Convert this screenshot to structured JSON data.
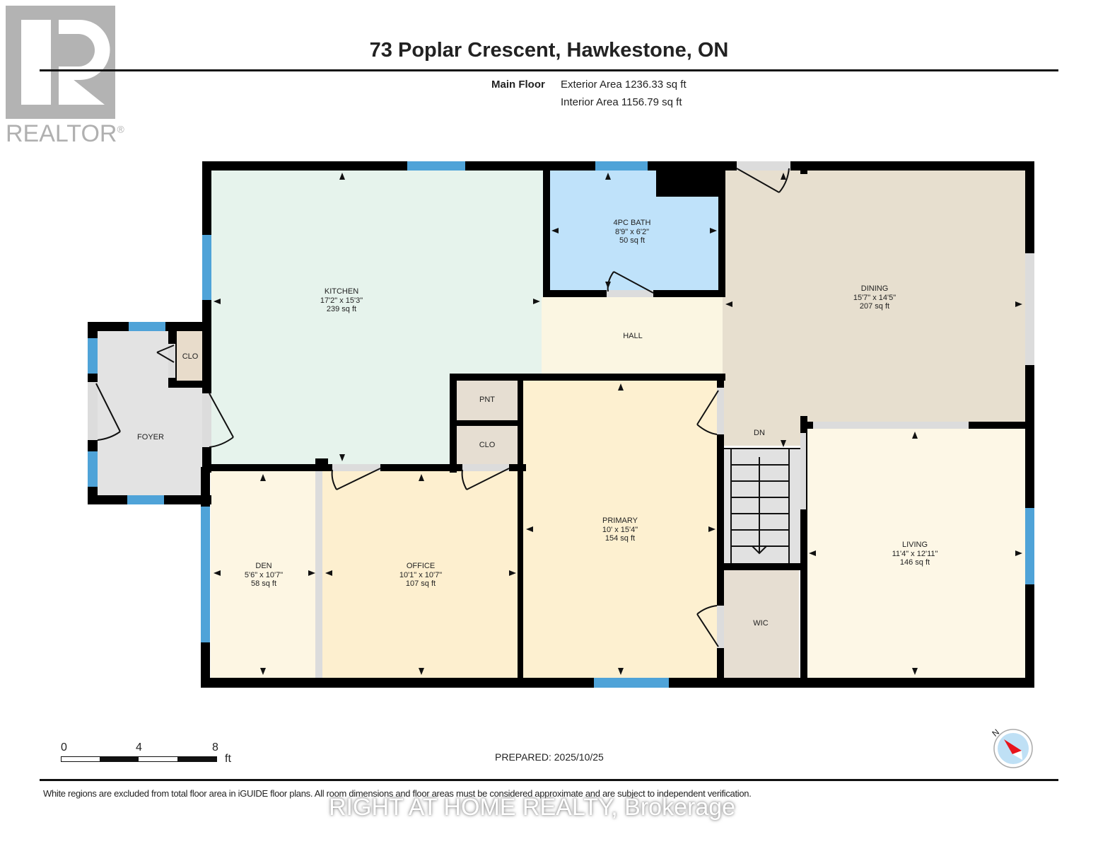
{
  "logo": {
    "text": "REALTOR",
    "mark": "®"
  },
  "header": {
    "title": "73 Poplar Crescent, Hawkestone, ON",
    "floor_label": "Main Floor",
    "exterior_area": "Exterior Area 1236.33 sq ft",
    "interior_area": "Interior Area 1156.79 sq ft"
  },
  "rooms": [
    {
      "name": "KITCHEN",
      "dims": "17'2\" x 15'3\"",
      "area": "239 sq ft",
      "color": "#e6f3ec"
    },
    {
      "name": "4PC BATH",
      "dims": "8'9\" x 6'2\"",
      "area": "50 sq ft",
      "color": "#bfe2fa"
    },
    {
      "name": "DINING",
      "dims": "15'7\" x 14'5\"",
      "area": "207 sq ft",
      "color": "#e7dfcf"
    },
    {
      "name": "HALL",
      "dims": "",
      "area": "",
      "color": "#fbf6e2"
    },
    {
      "name": "FOYER",
      "dims": "",
      "area": "",
      "color": "#e3e3e3"
    },
    {
      "name": "CLO",
      "dims": "",
      "area": "",
      "color": "#e8dccb"
    },
    {
      "name": "PNT",
      "dims": "",
      "area": "",
      "color": "#e6ded2"
    },
    {
      "name": "CLO",
      "dims": "",
      "area": "",
      "color": "#e6ded2"
    },
    {
      "name": "PRIMARY",
      "dims": "10' x 15'4\"",
      "area": "154 sq ft",
      "color": "#fdf0d0"
    },
    {
      "name": "DEN",
      "dims": "5'6\" x 10'7\"",
      "area": "58 sq ft",
      "color": "#fdf6e3"
    },
    {
      "name": "OFFICE",
      "dims": "10'1\" x 10'7\"",
      "area": "107 sq ft",
      "color": "#fdefcf"
    },
    {
      "name": "LIVING",
      "dims": "11'4\" x 12'11\"",
      "area": "146 sq ft",
      "color": "#fdf7e6"
    },
    {
      "name": "WIC",
      "dims": "",
      "area": "",
      "color": "#e6ded2"
    },
    {
      "name": "DN",
      "dims": "",
      "area": "",
      "color": "#e7dfcf"
    }
  ],
  "colors": {
    "wall": "#000000",
    "window": "#4fa3d8",
    "door_gap": "#dcdcdc",
    "stairs": "#e1e1e1"
  },
  "scale_bar": {
    "ticks": [
      "0",
      "4",
      "8"
    ],
    "unit": "ft"
  },
  "compass": {
    "label": "N",
    "needle_color": "#e8141b",
    "dial_color": "#bfe0f5"
  },
  "footer": {
    "prepared": "PREPARED: 2025/10/25",
    "disclaimer": "White regions are excluded from total floor area in iGUIDE floor plans. All room dimensions and floor areas must be considered approximate and are subject to independent verification.",
    "brokerage": "RIGHT AT HOME REALTY, Brokerage"
  }
}
